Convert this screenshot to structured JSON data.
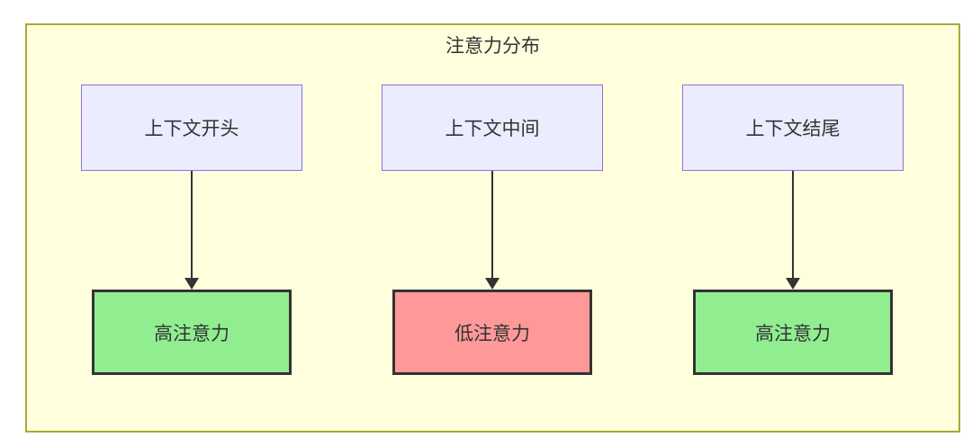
{
  "diagram": {
    "title": "注意力分布",
    "colors": {
      "container_bg": "#ffffde",
      "container_border": "#aaaa33",
      "source_node_bg": "#ececff",
      "source_node_border": "#9370db",
      "high_attention_bg": "#90ee90",
      "low_attention_bg": "#ff9999",
      "result_node_border": "#333333",
      "arrow": "#333333",
      "text": "#333333"
    },
    "columns": [
      {
        "source": "上下文开头",
        "target": "高注意力",
        "level": "high"
      },
      {
        "source": "上下文中间",
        "target": "低注意力",
        "level": "low"
      },
      {
        "source": "上下文结尾",
        "target": "高注意力",
        "level": "high"
      }
    ]
  }
}
